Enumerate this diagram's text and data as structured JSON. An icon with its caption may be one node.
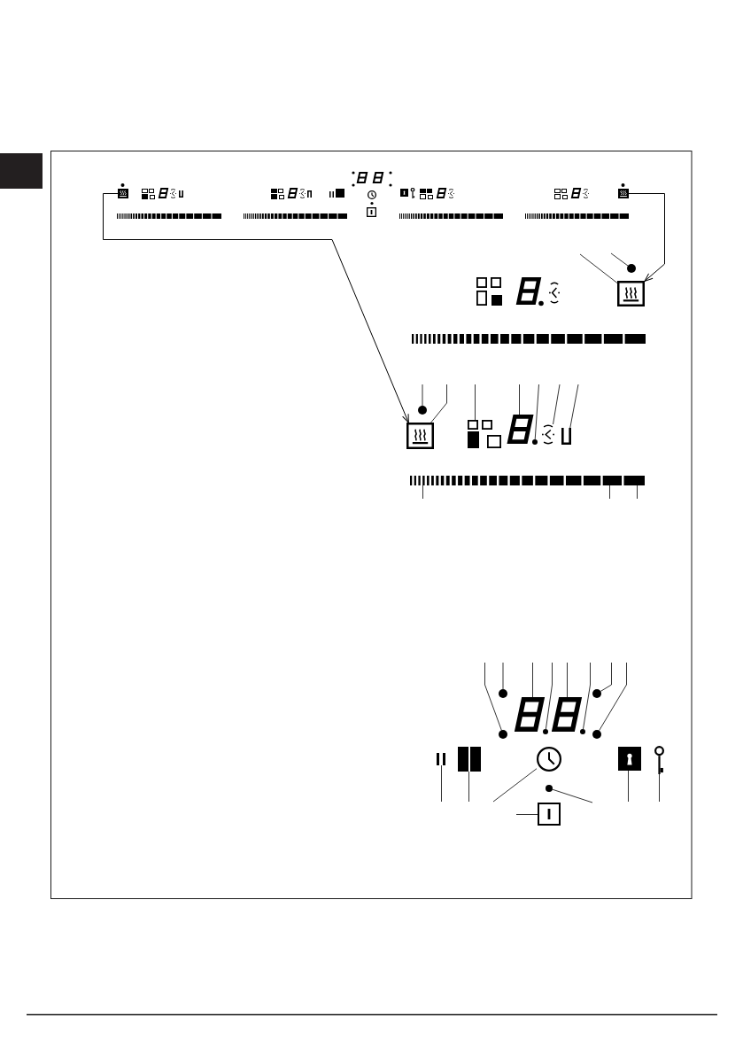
{
  "diagram": {
    "nodes": [
      {
        "text": [],
        "shape": "picture"
      },
      {
        "text": [],
        "shape": "picture"
      },
      {
        "text": [],
        "shape": "circle"
      },
      {
        "text": [],
        "shape": "picture"
      },
      {
        "text": [],
        "shape": "circle"
      },
      {
        "text": [],
        "shape": "picture"
      },
      {
        "text": [],
        "shape": "picture"
      },
      {
        "text": [],
        "shape": "picture"
      },
      {
        "text": [],
        "shape": "circle"
      },
      {
        "text": [],
        "shape": "picture"
      },
      {
        "text": [],
        "shape": "picture"
      },
      {
        "text": [],
        "shape": "bar"
      },
      {
        "text": [],
        "shape": "bar"
      },
      {
        "text": [],
        "shape": "bar"
      },
      {
        "text": [],
        "shape": "circle"
      },
      {
        "text": [],
        "shape": "circle"
      },
      {
        "text": [],
        "shape": "picture"
      },
      {
        "text": [],
        "shape": "circle"
      },
      {
        "text": [],
        "shape": "picture"
      },
      {
        "text": [],
        "shape": "circle"
      },
      {
        "text": [],
        "shape": "circle"
      },
      {
        "text": [],
        "shape": "circle"
      },
      {
        "text": [],
        "shape": "picture"
      },
      {
        "text": [],
        "shape": "picture"
      },
      {
        "text": [],
        "shape": "picture"
      },
      {
        "text": [],
        "shape": "circle"
      },
      {
        "text": [],
        "shape": "picture"
      },
      {
        "text": [],
        "shape": "picture"
      },
      {
        "text": [],
        "shape": "picture"
      }
    ],
    "edges": [
      {
        "from": 0,
        "to": 5,
        "arrow": "to"
      },
      {
        "from": 1,
        "to": 3,
        "arrow": "to"
      },
      {
        "from": null,
        "to": 2,
        "arrow": "none"
      },
      {
        "from": null,
        "to": 3,
        "arrow": "none"
      },
      {
        "from": null,
        "to": 4,
        "arrow": "none"
      },
      {
        "from": null,
        "to": 5,
        "arrow": "none"
      },
      {
        "from": null,
        "to": 6,
        "arrow": "none"
      },
      {
        "from": null,
        "to": 7,
        "arrow": "none"
      },
      {
        "from": null,
        "to": 8,
        "arrow": "none"
      },
      {
        "from": null,
        "to": 9,
        "arrow": "none"
      },
      {
        "from": null,
        "to": 10,
        "arrow": "none"
      },
      {
        "from": null,
        "to": 11,
        "arrow": "none"
      },
      {
        "from": null,
        "to": 12,
        "arrow": "none"
      },
      {
        "from": null,
        "to": 13,
        "arrow": "none"
      },
      {
        "from": null,
        "to": 14,
        "arrow": "none"
      },
      {
        "from": null,
        "to": 15,
        "arrow": "none"
      },
      {
        "from": null,
        "to": 16,
        "arrow": "none"
      },
      {
        "from": null,
        "to": 17,
        "arrow": "none"
      },
      {
        "from": null,
        "to": 18,
        "arrow": "none"
      },
      {
        "from": null,
        "to": 19,
        "arrow": "none"
      },
      {
        "from": null,
        "to": 20,
        "arrow": "none"
      },
      {
        "from": null,
        "to": 21,
        "arrow": "none"
      },
      {
        "from": null,
        "to": 22,
        "arrow": "none"
      },
      {
        "from": null,
        "to": 23,
        "arrow": "none"
      },
      {
        "from": null,
        "to": 24,
        "arrow": "none"
      },
      {
        "from": null,
        "to": 25,
        "arrow": "none"
      },
      {
        "from": null,
        "to": 26,
        "arrow": "none"
      },
      {
        "from": null,
        "to": 27,
        "arrow": "none"
      },
      {
        "from": null,
        "to": 28,
        "arrow": "none"
      }
    ]
  }
}
